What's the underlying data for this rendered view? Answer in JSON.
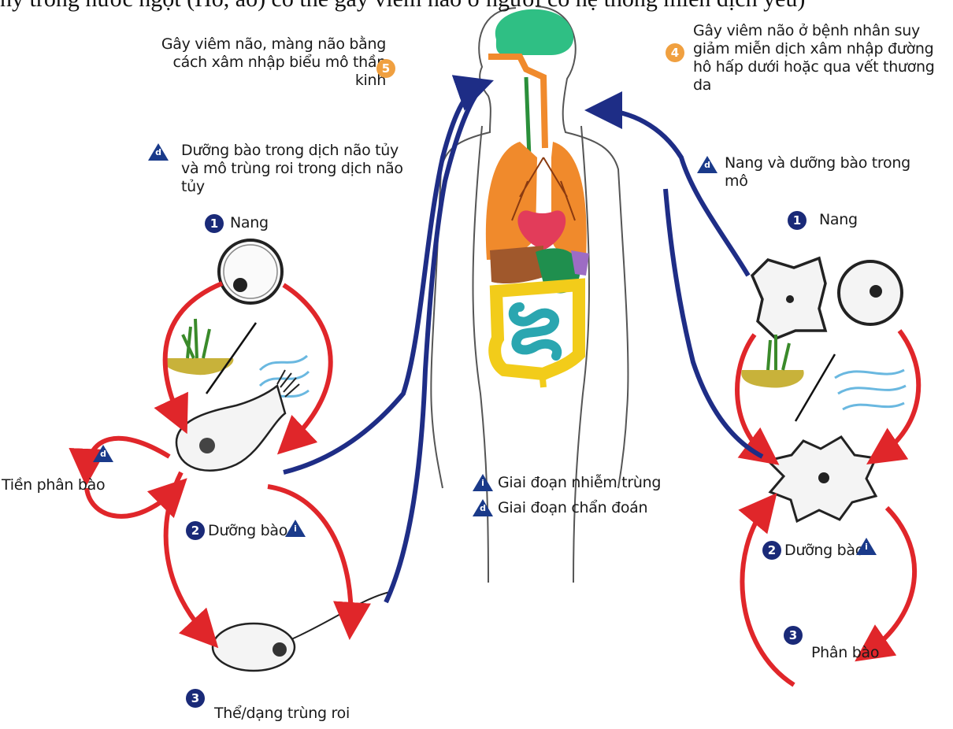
{
  "header_text": "ny trong nước ngọt (Hồ, ao) có thể gây viêm não ở người có hệ thống miễn dịch yếu)",
  "left": {
    "note_diag": "Dưỡng bào trong dịch não tủy và mô trùng roi trong dịch não tủy",
    "cyst_label": "Nang",
    "troph_label": "Dưỡng bào",
    "preproc_label": "Tiền phân bào",
    "flag_label": "Thể/dạng trùng roi"
  },
  "right": {
    "note_diag": "Nang và dưỡng bào trong mô",
    "cyst_label": "Nang",
    "troph_label": "Dưỡng bào",
    "division_label": "Phân bào"
  },
  "top_left_note": "Gây viêm não, màng não bằng cách xâm nhập biểu mô thần kinh",
  "top_right_note": "Gây viêm não ở bệnh nhân suy giảm miễn dịch xâm nhập đường hô hấp dưới hoặc qua vết thương da",
  "legend": {
    "infection": "Giai đoạn nhiễm trùng",
    "diagnosis": "Giai đoạn chẩn đoán"
  },
  "markers": {
    "one": "1",
    "two": "2",
    "three": "3",
    "four": "4",
    "five": "5",
    "d": "d",
    "i": "i"
  },
  "colors": {
    "red_arrow": "#e0262a",
    "blue_arrow": "#1e2d86",
    "brain": "#2fbf84",
    "lungs": "#f08a2c",
    "heart": "#e23c5a",
    "colon": "#f2cc1a",
    "small_intestine": "#2aa6b0",
    "liver": "#a0582c",
    "stomach": "#1f8f4e",
    "spleen": "#9d6cc4"
  }
}
